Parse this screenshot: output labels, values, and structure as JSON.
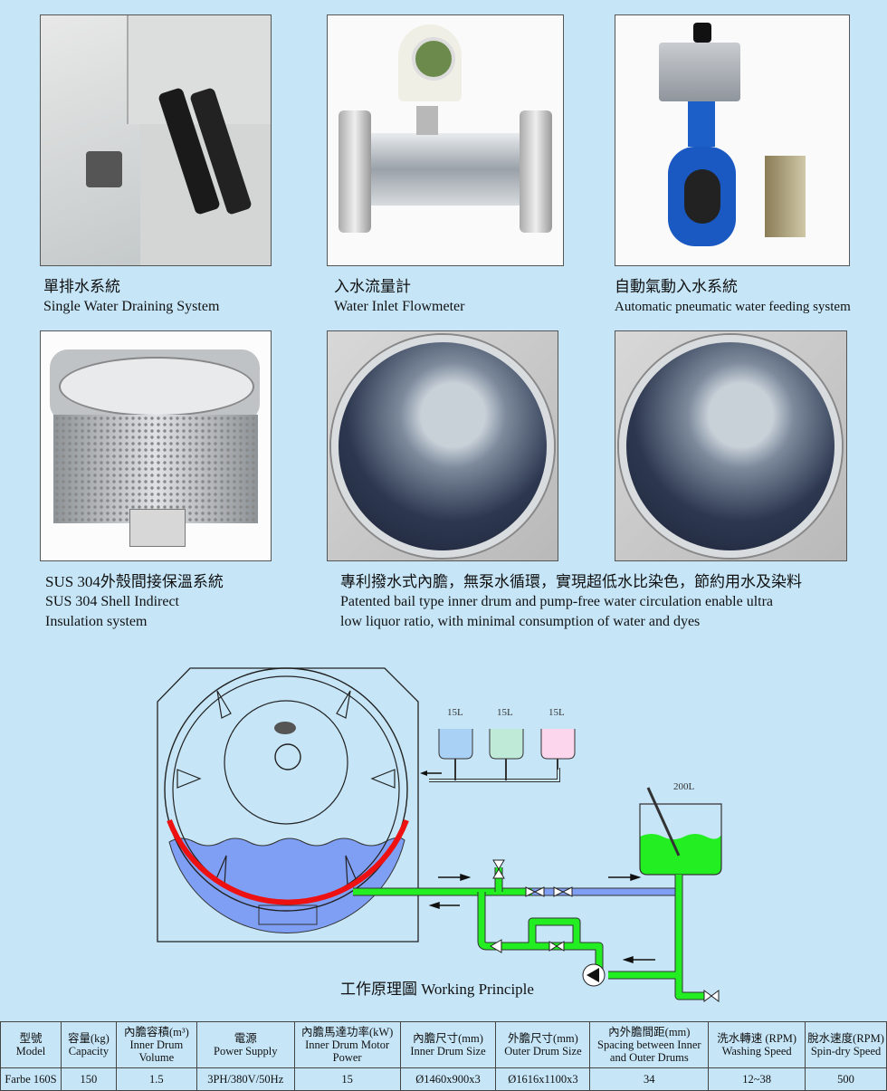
{
  "features": [
    {
      "zh": "單排水系統",
      "en": "Single Water Draining System"
    },
    {
      "zh": "入水流量計",
      "en": "Water Inlet Flowmeter"
    },
    {
      "zh": "自動氣動入水系統",
      "en": "Automatic pneumatic water feeding system"
    },
    {
      "zh": "SUS 304外殼間接保溫系統",
      "en_line1": "SUS 304 Shell Indirect",
      "en_line2": "Insulation system"
    },
    {
      "zh": "專利撥水式內膽，無泵水循環，實現超低水比染色，節約用水及染料",
      "en_line1": "Patented bail type inner drum and pump-free water circulation enable ultra",
      "en_line2": "low liquor ratio, with minimal consumption of water and dyes"
    }
  ],
  "diagram": {
    "title": "工作原理圖 Working Principle",
    "small_tanks": [
      "15L",
      "15L",
      "15L"
    ],
    "main_tank": "200L",
    "colors": {
      "water": "#7f9ff5",
      "pipe": "#22ee22",
      "heater": "#ee1111"
    }
  },
  "table": {
    "headers": [
      {
        "zh": "型號",
        "en": "Model"
      },
      {
        "zh": "容量(kg)",
        "en": "Capacity"
      },
      {
        "zh": "內膽容積(m³)",
        "en": "Inner Drum Volume"
      },
      {
        "zh": "電源",
        "en": "Power Supply"
      },
      {
        "zh": "內膽馬達功率(kW)",
        "en": "Inner Drum Motor Power"
      },
      {
        "zh": "內膽尺寸(mm)",
        "en": "Inner Drum Size"
      },
      {
        "zh": "外膽尺寸(mm)",
        "en": "Outer Drum Size"
      },
      {
        "zh": "內外膽間距(mm)",
        "en": "Spacing between Inner and Outer Drums"
      },
      {
        "zh": "洗水轉速 (RPM)",
        "en": "Washing Speed"
      },
      {
        "zh": "脫水速度(RPM)",
        "en": "Spin-dry Speed"
      }
    ],
    "row": [
      "Farbe 160S",
      "150",
      "1.5",
      "3PH/380V/50Hz",
      "15",
      "Ø1460x900x3",
      "Ø1616x1100x3",
      "34",
      "12~38",
      "500"
    ]
  }
}
